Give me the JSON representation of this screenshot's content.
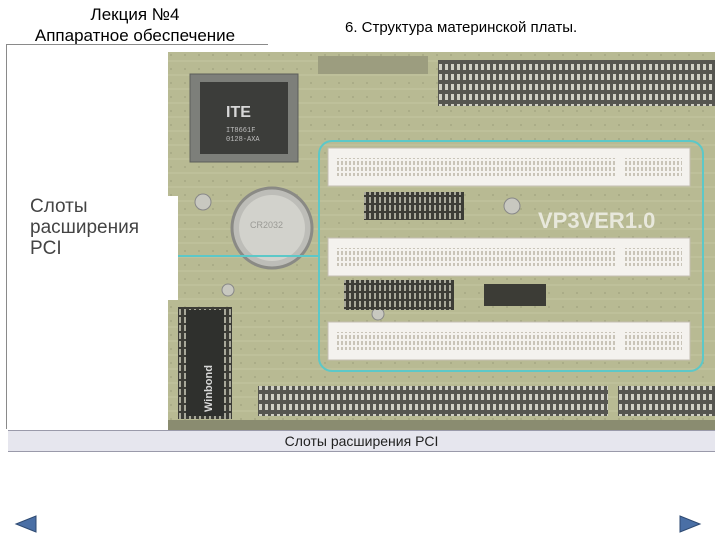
{
  "header": {
    "lecture": "Лекция №4",
    "subject": "Аппаратное обеспечение",
    "section_title": "6. Структура материнской платы."
  },
  "photo": {
    "label_lines": [
      "Слоты",
      "расширения",
      "PCI"
    ],
    "caption": "Слоты расширения PCI",
    "chip_brand": "ITE",
    "board_marking": "VP3VER1.0",
    "bios_brand": "Winbond"
  },
  "colors": {
    "callout": "#5cc8c8",
    "board": "#b9bb95",
    "slot": "#f4f2ee",
    "nav": "#4a6fa5"
  },
  "nav": {
    "prev_icon": "triangle-left-icon",
    "next_icon": "triangle-right-icon"
  }
}
